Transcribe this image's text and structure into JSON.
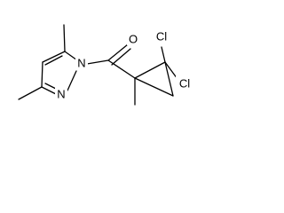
{
  "molecule": {
    "atoms": {
      "n1": "N",
      "n2": "N",
      "o": "O",
      "cl1": "Cl",
      "cl2": "Cl"
    }
  }
}
